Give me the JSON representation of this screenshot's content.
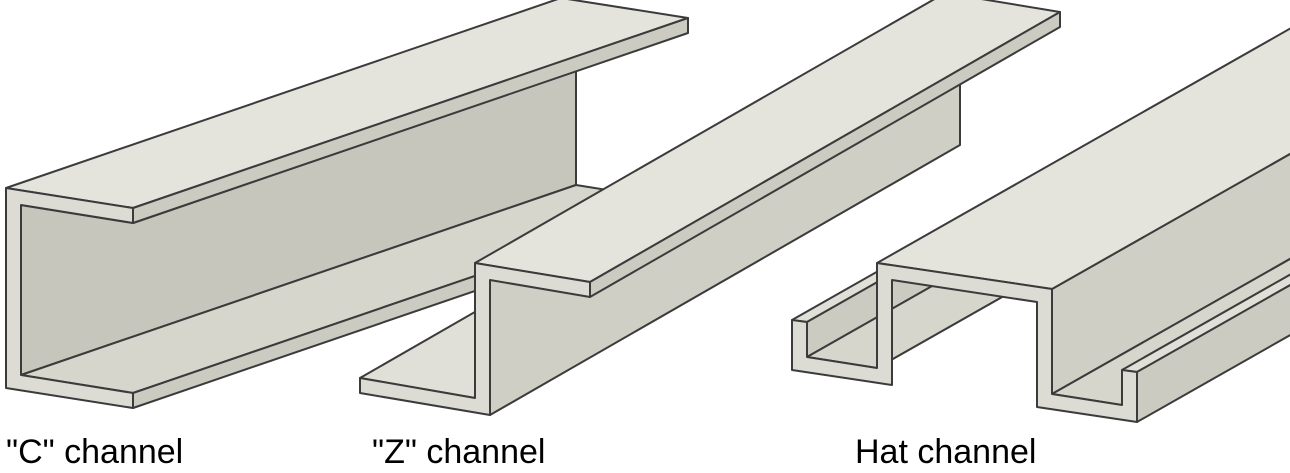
{
  "labels": {
    "c": "\"C\" channel",
    "z": "\"Z\" channel",
    "hat": "Hat channel"
  },
  "colors": {
    "background": "#ffffff",
    "outline": "#3b3b3b",
    "face_front": "#dddcd4",
    "face_top": "#e4e4dd",
    "face_side": "#cbcbc2",
    "face_inner": "#c6c6bc",
    "face_inner_top": "#d6d6cd",
    "face_strip_top": "#e0e0d8",
    "face_web_side": "#cfcfc6"
  }
}
